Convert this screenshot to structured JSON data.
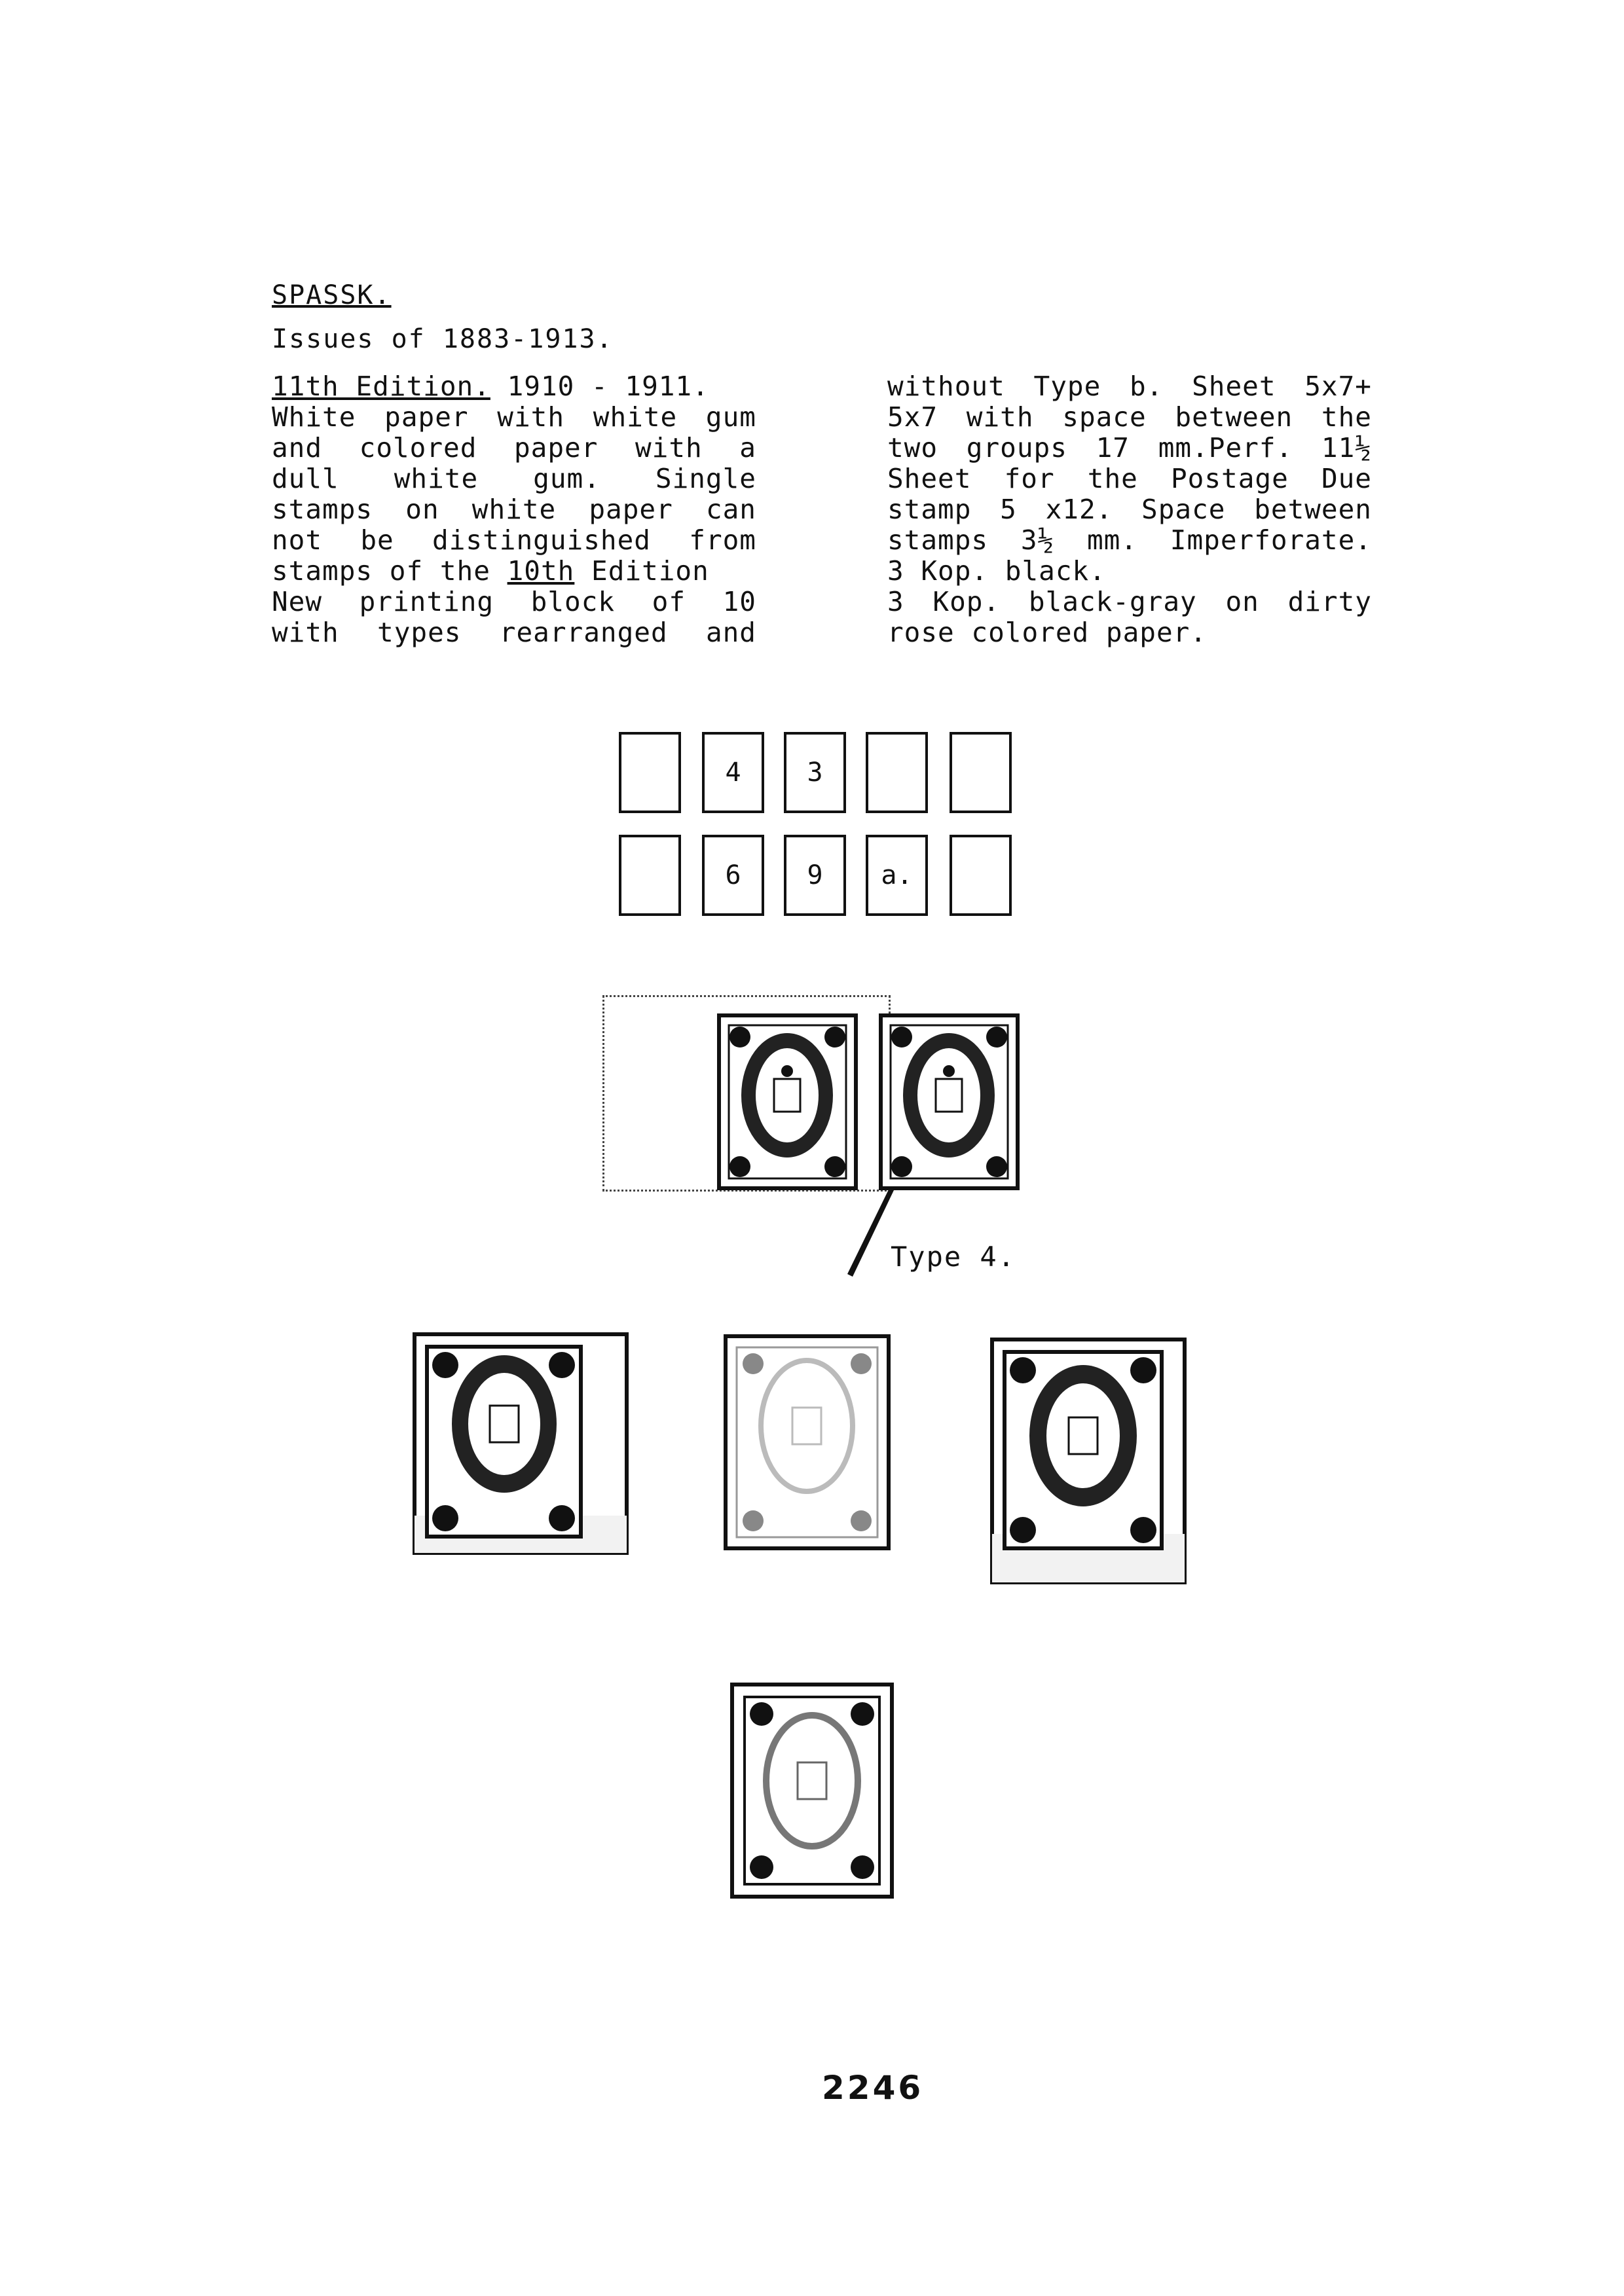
{
  "heading": "SPASSK.",
  "subheading": "Issues of 1883-1913.",
  "left_column": {
    "edition": "11th Edition.",
    "edition_dates": " 1910 - 1911.",
    "lines": [
      "White paper with white gum",
      "and colored paper with a",
      "dull white gum. Single",
      "stamps on white paper can",
      "not be distinguished from"
    ],
    "line_10th_pre": "stamps of the ",
    "line_10th_u": "10th",
    "line_10th_post": " Edition",
    "lines_after": [
      "New printing block of 10",
      "with types rearranged and"
    ]
  },
  "right_column": {
    "lines": [
      "without Type b. Sheet 5x7+",
      "5x7 with space between the",
      "two groups 17 mm.Perf. 11½",
      "Sheet for the Postage Due",
      "stamp 5 x12. Space between",
      "stamps 3½ mm. Imperforate.",
      "3 Kop. black.",
      "3 Kop. black-gray on dirty",
      "rose colored paper."
    ]
  },
  "block_diagram": {
    "row1": [
      "",
      "4",
      "3",
      "",
      ""
    ],
    "row2": [
      "",
      "6",
      "9",
      "a.",
      ""
    ]
  },
  "type_label": "Type 4.",
  "page_number": "2246"
}
